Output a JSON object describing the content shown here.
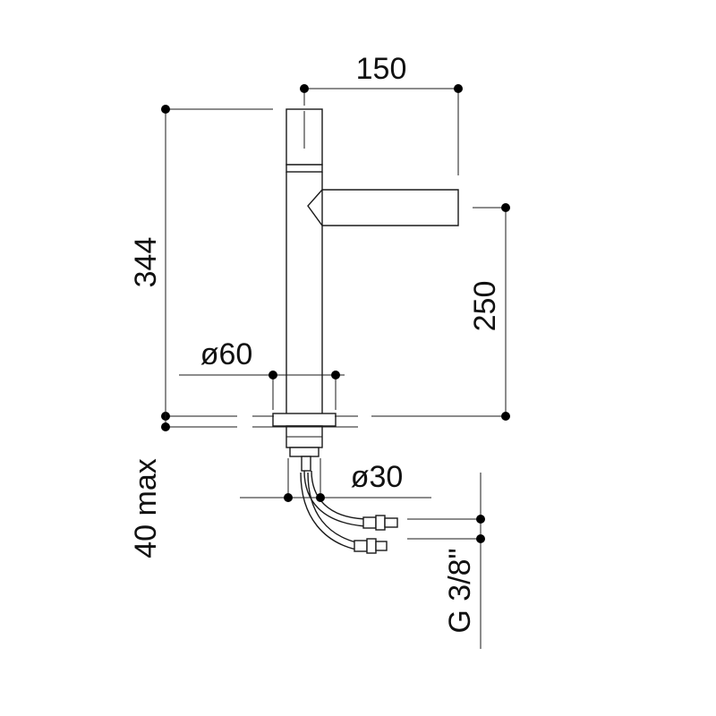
{
  "dimensions": {
    "spout_reach": "150",
    "total_height": "344",
    "spout_height": "250",
    "base_diameter": "ø60",
    "shank_diameter": "ø30",
    "max_deck_thickness": "40 max",
    "connection_thread": "G 3/8\""
  }
}
